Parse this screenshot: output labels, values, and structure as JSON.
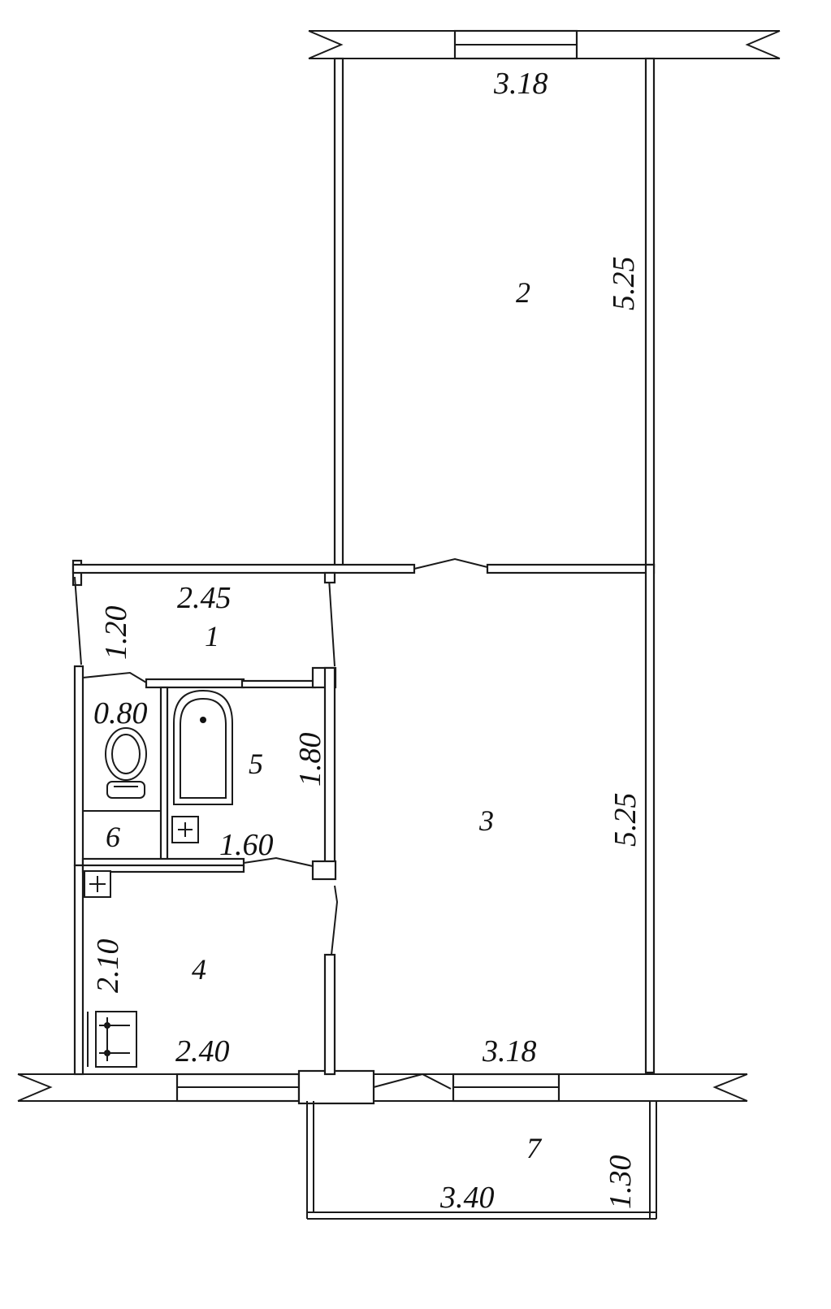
{
  "rooms": [
    {
      "number": "1"
    },
    {
      "number": "2"
    },
    {
      "number": "3"
    },
    {
      "number": "4"
    },
    {
      "number": "5"
    },
    {
      "number": "6"
    },
    {
      "number": "7"
    }
  ],
  "dimensions": {
    "room2_width": "3.18",
    "room2_length": "5.25",
    "room1_width": "2.45",
    "room1_depth": "1.20",
    "room6_width": "0.80",
    "room5_height": "1.80",
    "room5_width": "1.60",
    "room3_length": "5.25",
    "room3_width": "3.18",
    "room4_depth": "2.10",
    "room4_width": "2.40",
    "room7_width": "3.40",
    "room7_depth": "1.30"
  }
}
